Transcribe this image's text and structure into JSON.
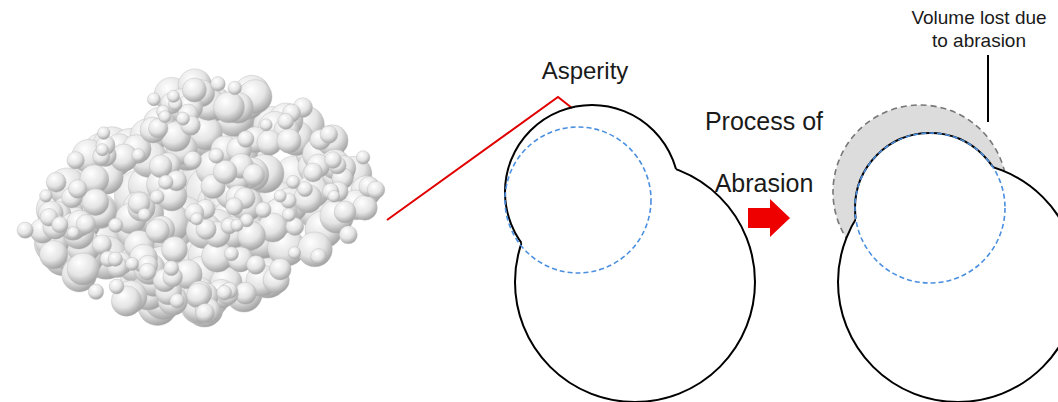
{
  "diagram": {
    "labels": [
      "Asperity",
      "Process of Abrasion",
      "Volume lost due to abrasion"
    ]
  }
}
